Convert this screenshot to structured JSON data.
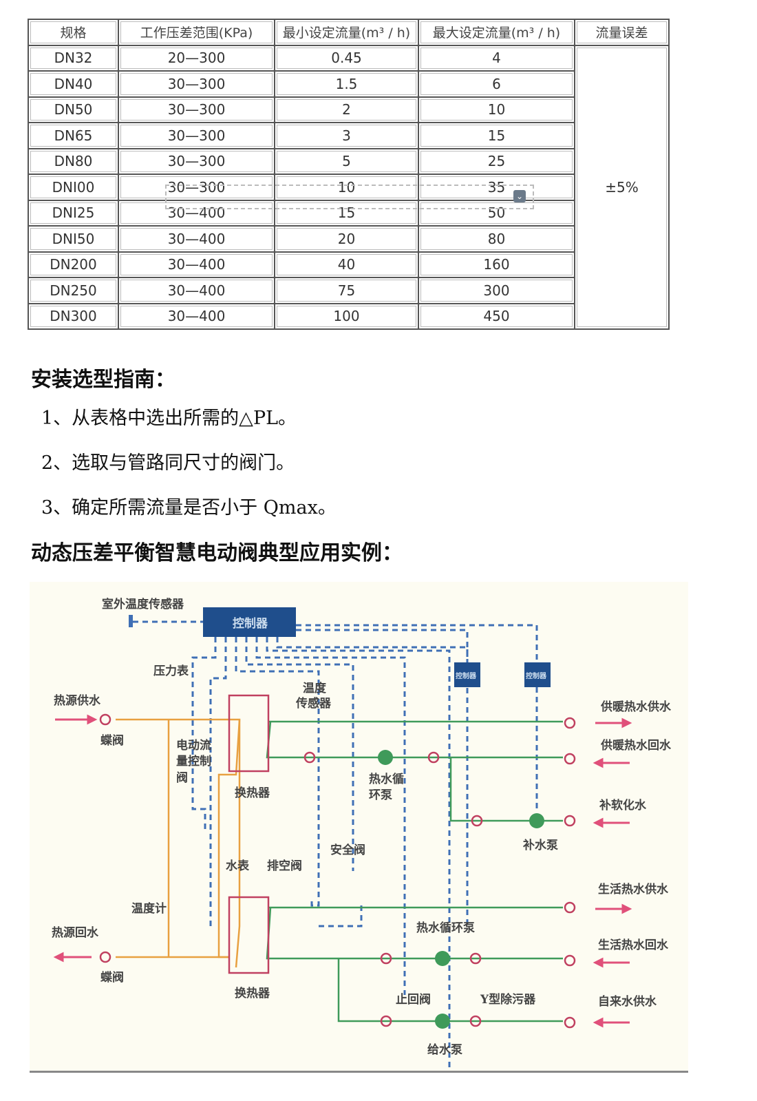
{
  "table": {
    "headers": [
      "规格",
      "工作压差范围(KPa)",
      "最小设定流量(m³ / h)",
      "最大设定流量(m³ / h)",
      "流量误差"
    ],
    "rows": [
      [
        "DN32",
        "20—300",
        "0.45",
        "4"
      ],
      [
        "DN40",
        "30—300",
        "1.5",
        "6"
      ],
      [
        "DN50",
        "30—300",
        "2",
        "10"
      ],
      [
        "DN65",
        "30—300",
        "3",
        "15"
      ],
      [
        "DN80",
        "30—300",
        "5",
        "25"
      ],
      [
        "DNI00",
        "30—300",
        "10",
        "35"
      ],
      [
        "DNI25",
        "30—400",
        "15",
        "50"
      ],
      [
        "DNI50",
        "30—400",
        "20",
        "80"
      ],
      [
        "DN200",
        "30—400",
        "40",
        "160"
      ],
      [
        "DN250",
        "30—400",
        "75",
        "300"
      ],
      [
        "DN300",
        "30—400",
        "100",
        "450"
      ]
    ],
    "error_value": "±5%"
  },
  "guide": {
    "title": "安装选型指南：",
    "steps": [
      "1、从表格中选出所需的△PL。",
      "2、选取与管路同尺寸的阀门。",
      "3、确定所需流量是否小于 Qmax。"
    ]
  },
  "example_title": "动态压差平衡智慧电动阀典型应用实例：",
  "diagram": {
    "outdoor_sensor": "室外温度传感器",
    "controller": "控制器",
    "controller_small_1": "控制器",
    "controller_small_2": "控制器",
    "pressure_gauge": "压力表",
    "heat_source_supply": "热源供水",
    "butterfly_valve_1": "蝶阀",
    "temp_sensor": [
      "温度",
      "传感器"
    ],
    "flow_valve": [
      "电动流",
      "量控制",
      "阀"
    ],
    "heat_exchanger_1": "换热器",
    "circ_pump_1": [
      "热水循",
      "环泵"
    ],
    "heating_supply": "供暖热水供水",
    "heating_return": "供暖热水回水",
    "softened_water": "补软化水",
    "makeup_pump": "补水泵",
    "safety_valve": "安全阀",
    "water_meter": "水表",
    "drain_valve": "排空阀",
    "thermometer": "温度计",
    "heat_source_return": "热源回水",
    "butterfly_valve_2": "蝶阀",
    "heat_exchanger_2": "换热器",
    "circ_pump_2": "热水循环泵",
    "check_valve": "止回阀",
    "y_strainer": "Y型除污器",
    "feed_pump": "给水泵",
    "domestic_supply": "生活热水供水",
    "domestic_return": "生活热水回水",
    "tap_water": "自来水供水",
    "colors": {
      "pipe_green": "#3f9a5a",
      "pipe_orange": "#e8a040",
      "signal_blue": "#3f6fb5",
      "controller": "#1f4e8c",
      "arrow": "#e0507a",
      "exchanger": "#c04060"
    }
  }
}
